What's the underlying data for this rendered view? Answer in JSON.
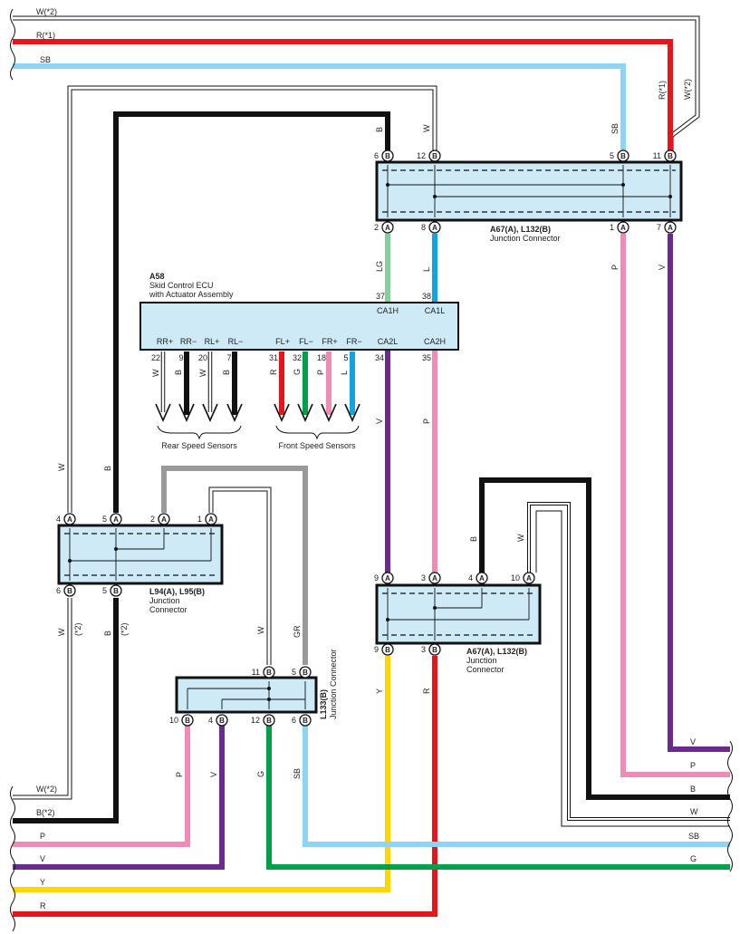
{
  "wires": {
    "w2_top": "W(*2)",
    "r1_top": "R(*1)",
    "sb_top": "SB",
    "r1_v": "R(*1)",
    "w2_v": "W(*2)",
    "sb_v": "SB",
    "b_6": "B",
    "w_12": "W",
    "lg": "LG",
    "l": "L",
    "p_1": "P",
    "v_7": "V",
    "w_left": "W",
    "b_left": "B",
    "w_l94": "W",
    "b_l94": "B",
    "star2a": "(*2)",
    "star2b": "(*2)",
    "v_ca2l": "V",
    "p_ca2h": "P",
    "b_lower": "B",
    "w_lower": "W",
    "w_l133": "W",
    "gr_l133": "GR",
    "y_9": "Y",
    "r_3": "R",
    "p_10": "P",
    "v_4": "V",
    "g_12": "G",
    "sb_6": "SB",
    "right_v": "V",
    "right_p": "P",
    "right_b": "B",
    "right_w": "W",
    "right_sb": "SB",
    "right_g": "G",
    "left_w2": "W(*2)",
    "left_b2": "B(*2)",
    "left_p": "P",
    "left_v": "V",
    "left_y": "Y",
    "left_r": "R",
    "s_w1": "W",
    "s_b1": "B",
    "s_w2": "W",
    "s_b2": "B",
    "s_r": "R",
    "s_g": "G",
    "s_p": "P",
    "s_l": "L"
  },
  "ecu": {
    "id": "A58",
    "name1": "Skid Control ECU",
    "name2": "with Actuator Assembly",
    "ca1h": "CA1H",
    "ca1l": "CA1L",
    "ca2l": "CA2L",
    "ca2h": "CA2H",
    "pin37": "37",
    "pin38": "38",
    "pin34": "34",
    "pin35": "35",
    "terminals": [
      "RR+",
      "RR−",
      "RL+",
      "RL−",
      "FL+",
      "FL−",
      "FR+",
      "FR−"
    ],
    "terminal_pins": [
      "22",
      "9",
      "20",
      "7",
      "31",
      "32",
      "18",
      "5"
    ],
    "rear_label": "Rear Speed Sensors",
    "front_label": "Front Speed Sensors"
  },
  "connectors": {
    "a67_top": {
      "id": "A67(A), L132(B)",
      "sub": "Junction Connector",
      "top_pins": [
        "6",
        "12",
        "5",
        "11"
      ],
      "bottom_pins": [
        "2",
        "8",
        "1",
        "7"
      ]
    },
    "a67_bottom": {
      "id": "A67(A), L132(B)",
      "sub1": "Junction",
      "sub2": "Connector",
      "top_pins": [
        "9",
        "3",
        "4",
        "10"
      ],
      "bottom_pins": [
        "9",
        "3"
      ]
    },
    "l94": {
      "id": "L94(A), L95(B)",
      "sub1": "Junction",
      "sub2": "Connector",
      "top_pins": [
        "4",
        "5",
        "2",
        "1"
      ],
      "bottom_pins": [
        "6",
        "5"
      ]
    },
    "l133": {
      "id": "L133(B)",
      "sub": "Junction Connector",
      "top_pins": [
        "11",
        "5"
      ],
      "bottom_pins": [
        "10",
        "4",
        "12",
        "6"
      ]
    }
  },
  "pin_letters": {
    "a": "A",
    "b": "B"
  },
  "colors": {
    "red": "#e8141b",
    "sky": "#8ed4f3",
    "black": "#111111",
    "violet": "#6a2a8e",
    "pink": "#f08ab6",
    "green": "#00a04a",
    "lightgreen": "#86cf9d",
    "blue": "#12a3e3",
    "gray": "#9a9a9a",
    "yellow": "#ffd700",
    "white": "#ffffff",
    "box": "#cdeaf6"
  }
}
